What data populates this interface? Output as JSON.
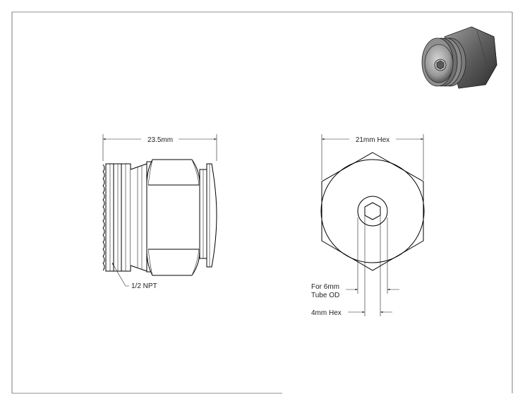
{
  "drawing": {
    "dim_length": "23.5mm",
    "dim_hex": "21mm Hex",
    "thread_label": "1/2 NPT",
    "tube_label_line1": "For 6mm",
    "tube_label_line2": "Tube OD",
    "socket_label": "4mm Hex"
  }
}
